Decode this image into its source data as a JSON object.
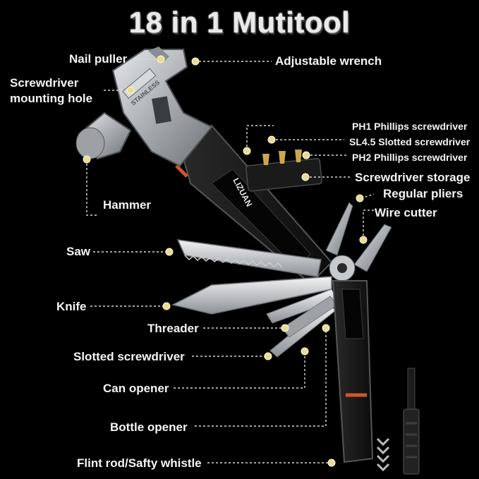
{
  "title": "18 in 1 Mutitool",
  "labels": {
    "nail_puller": "Nail puller",
    "adjustable_wrench": "Adjustable wrench",
    "screwdriver_mounting_hole_1": "Screwdriver",
    "screwdriver_mounting_hole_2": "mounting hole",
    "ph1": "PH1 Phillips screwdriver",
    "sl45": "SL4.5 Slotted screwdriver",
    "ph2": "PH2 Phillips screwdriver",
    "screwdriver_storage": "Screwdriver storage",
    "regular_pliers": "Regular pliers",
    "wire_cutter": "Wire cutter",
    "hammer": "Hammer",
    "saw": "Saw",
    "knife": "Knife",
    "threader": "Threader",
    "slotted_screwdriver": "Slotted screwdriver",
    "can_opener": "Can opener",
    "bottle_opener": "Bottle opener",
    "flint_rod": "Flint rod/Safty whistle"
  },
  "product_marks": {
    "head_stamp": "STAINLESS",
    "brand": "LIZUAN"
  },
  "colors": {
    "background": "#000000",
    "text": "#f4f4f4",
    "dot": "#e8dc9a",
    "steel": "#b9bcbf",
    "handle": "#141414",
    "accent": "#d2552a"
  }
}
